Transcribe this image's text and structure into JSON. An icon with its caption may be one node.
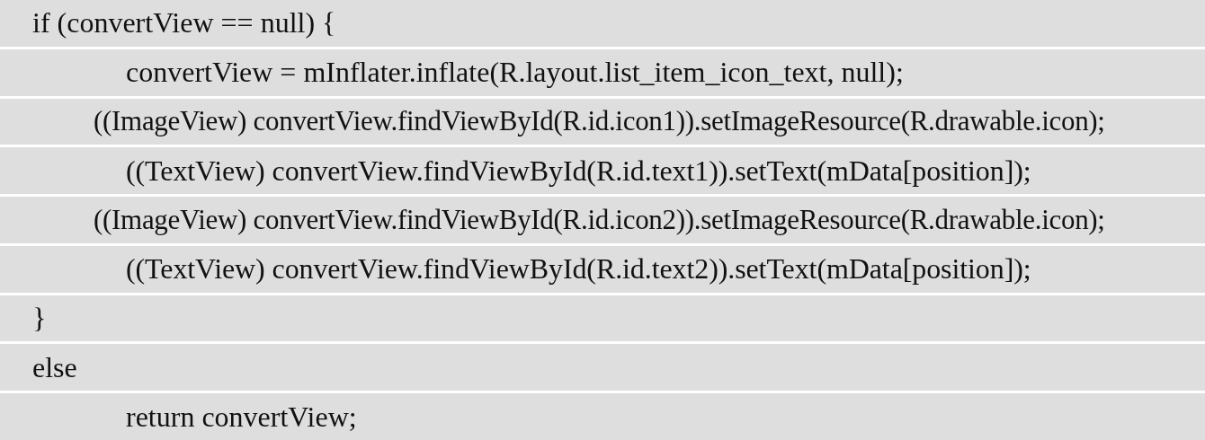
{
  "diagram": {
    "labels": [
      "if (convertView == null) {",
      "convertView = mInflater.inflate(R.layout.list_item_icon_text, null);",
      "((ImageView) convertView.findViewById(R.id.icon1)).setImageResource(R.drawable.icon);",
      "((TextView) convertView.findViewById(R.id.text1)).setText(mData[position]);",
      "((ImageView) convertView.findViewById(R.id.icon2)).setImageResource(R.drawable.icon);",
      "((TextView) convertView.findViewById(R.id.text2)).setText(mData[position]);",
      "}",
      "else",
      "return convertView;"
    ]
  }
}
